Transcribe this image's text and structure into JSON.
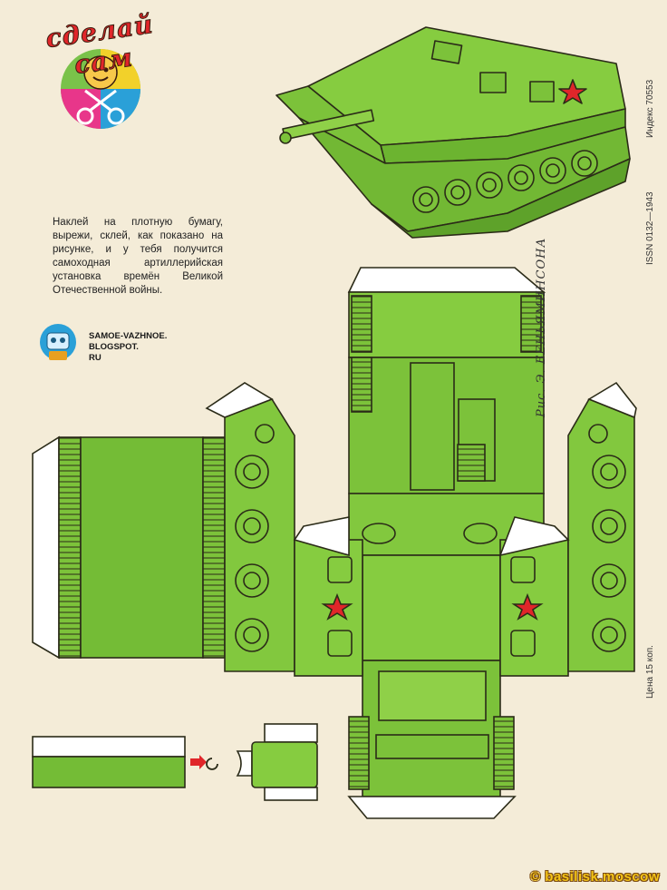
{
  "logo": {
    "text": "сделай сам"
  },
  "description": "Наклей на плотную бумагу, вырежи, склей, как показано на рисунке, и у тебя получится самоходная артиллерийская установка времён Великой Отечественной войны.",
  "blog": {
    "line1": "SAMOE-VAZHNOE.",
    "line2": "BLOGSPOT.",
    "line3": "RU"
  },
  "side_texts": {
    "index": "Индекс 70553",
    "issn": "ISSN 0132—1943",
    "price": "Цена 15 коп.",
    "credit": "Рис. Э. БЕНЬЯМИНСОНА"
  },
  "watermark": "© basilisk.moscow",
  "colors": {
    "paper": "#f4ecd8",
    "green": "#7cc23a",
    "green_dark": "#5ea22a",
    "line": "#2b2b18",
    "star": "#e0262a"
  }
}
